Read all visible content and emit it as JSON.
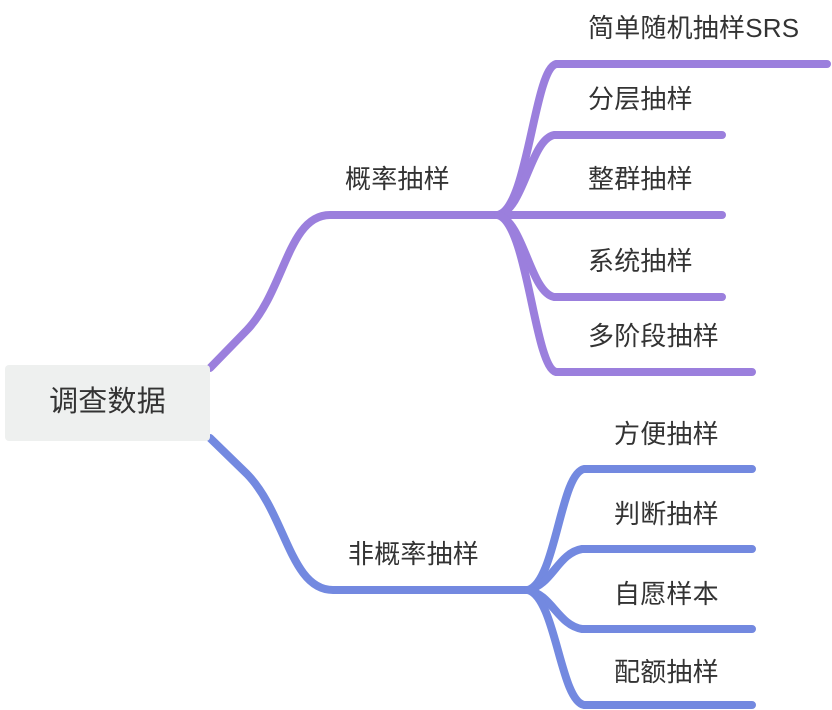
{
  "diagram": {
    "type": "mind-map",
    "title": "调查数据",
    "orientation": "left-to-right",
    "colors": {
      "probability_branch": "#9b7fdd",
      "nonprobability_branch": "#7389e0",
      "root_background": "#eef0ef",
      "text": "#333333",
      "canvas": "#ffffff"
    }
  },
  "root": {
    "label": "调查数据"
  },
  "branches": [
    {
      "id": "probability",
      "label": "概率抽样",
      "color": "#9b7fdd",
      "children": [
        {
          "label": "简单随机抽样SRS"
        },
        {
          "label": "分层抽样"
        },
        {
          "label": "整群抽样"
        },
        {
          "label": "系统抽样"
        },
        {
          "label": "多阶段抽样"
        }
      ]
    },
    {
      "id": "nonprobability",
      "label": "非概率抽样",
      "color": "#7389e0",
      "children": [
        {
          "label": "方便抽样"
        },
        {
          "label": "判断抽样"
        },
        {
          "label": "自愿样本"
        },
        {
          "label": "配额抽样"
        }
      ]
    }
  ]
}
